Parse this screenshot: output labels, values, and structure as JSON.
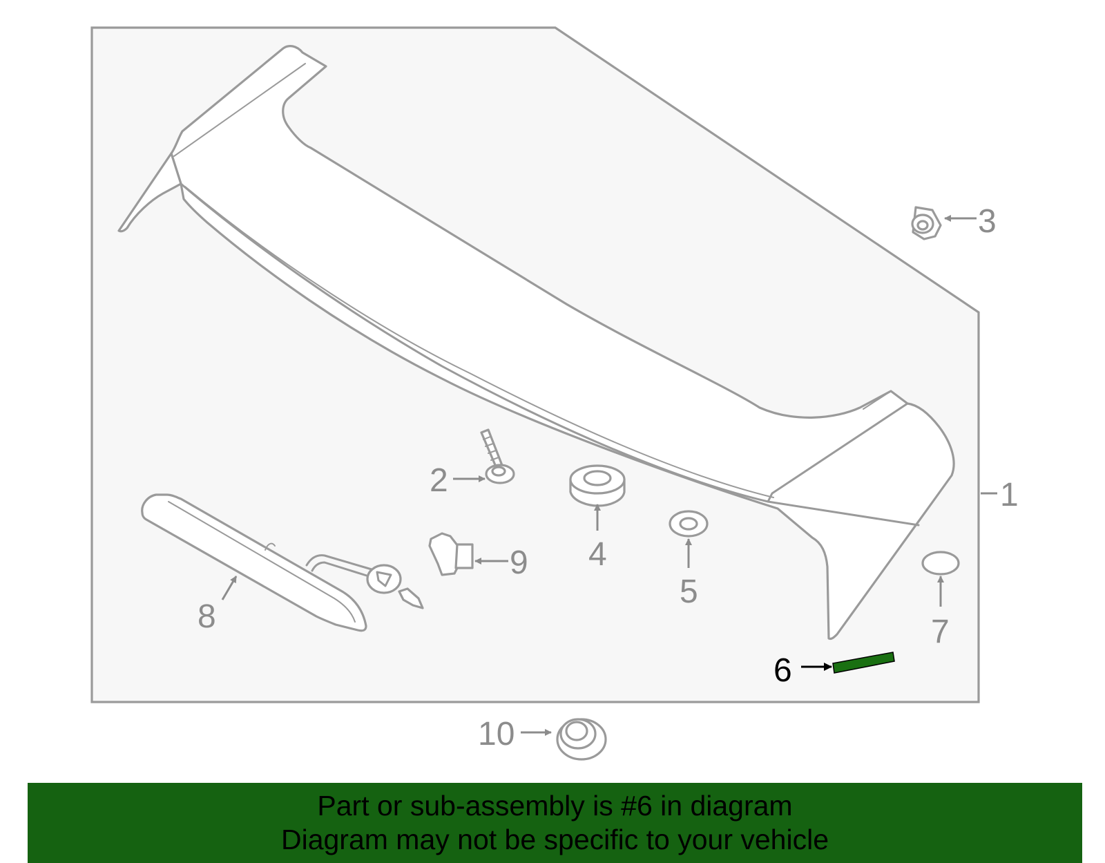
{
  "callouts": {
    "c1": "1",
    "c2": "2",
    "c3": "3",
    "c4": "4",
    "c5": "5",
    "c6": "6",
    "c7": "7",
    "c8": "8",
    "c9": "9",
    "c10": "10"
  },
  "highlighted_part": "6",
  "colors": {
    "highlight_fill": "#1a7012",
    "banner_background": "#156211",
    "panel_background": "#f7f7f7",
    "outline": "#9a9a9a"
  },
  "banner": {
    "line1": "Part or sub-assembly is #6 in diagram",
    "line2": "Diagram may not be specific to your vehicle"
  }
}
